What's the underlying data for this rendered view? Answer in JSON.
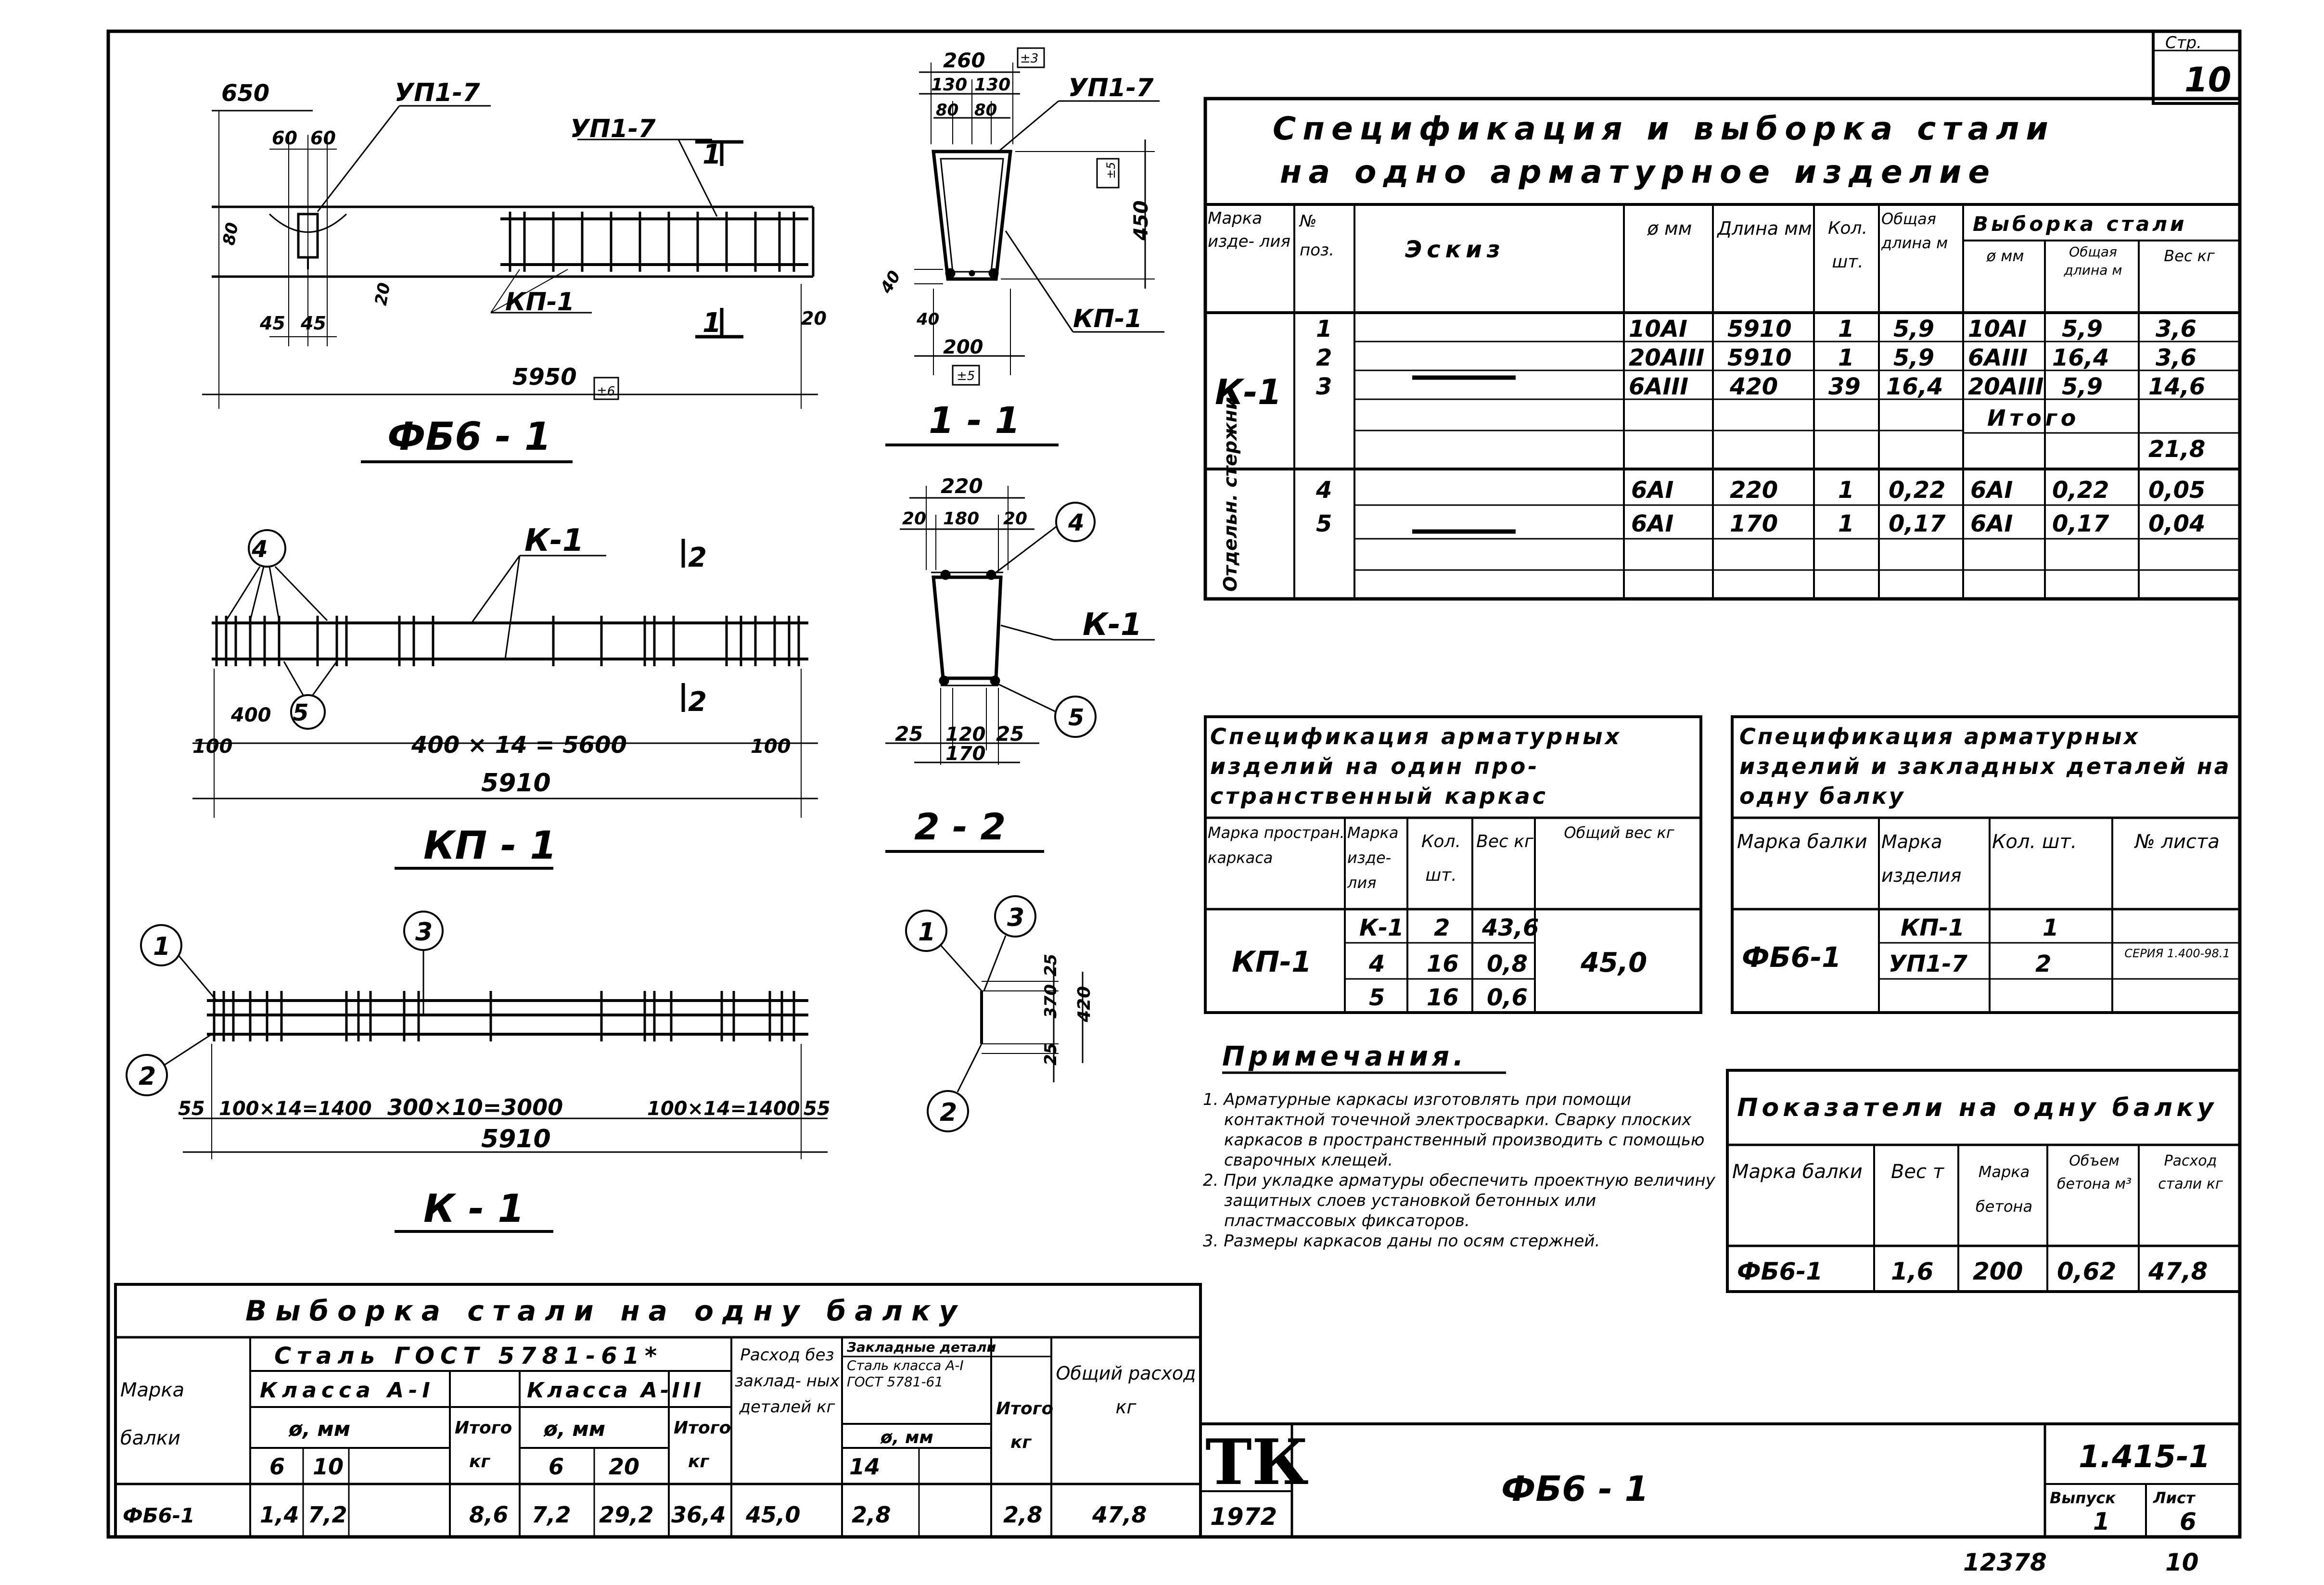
{
  "page_no": {
    "label": "Стр.",
    "value": "10"
  },
  "drawing_fb6": {
    "title": "ФБ6 - 1",
    "dims": {
      "d650": "650",
      "d60a": "60",
      "d60b": "60",
      "d45a": "45",
      "d45b": "45",
      "d20": "20",
      "d20b": "20",
      "d80": "80",
      "total": "5950",
      "tol": "±6"
    },
    "labels": {
      "up_a": "УП1-7",
      "up_b": "УП1-7",
      "kp": "КП-1"
    },
    "section_marks": {
      "top": "1",
      "bottom": "1"
    }
  },
  "drawing_kp1": {
    "title": "КП - 1",
    "callouts": {
      "c4": "4",
      "c5": "5"
    },
    "labels": {
      "k1": "К-1"
    },
    "section_marks": {
      "top": "2",
      "bottom": "2"
    },
    "dims": {
      "d400": "400",
      "spacing": "400 × 14 = 5600",
      "d100a": "100",
      "d100b": "100",
      "total": "5910"
    }
  },
  "drawing_k1": {
    "title": "К - 1",
    "callouts": {
      "c1": "1",
      "c2": "2",
      "c3": "3"
    },
    "dims": {
      "d55a": "55",
      "d55b": "55",
      "seg1": "100×14=1400",
      "seg2": "300×10=3000",
      "seg3": "100×14=1400",
      "total": "5910"
    }
  },
  "section_11": {
    "title": "1 - 1",
    "dims": {
      "d260": "260",
      "d130a": "130",
      "d130b": "130",
      "d80a": "80",
      "d80b": "80",
      "d450": "450",
      "d40a": "40",
      "d40b": "40",
      "d200": "200",
      "tol_a": "±3",
      "tol_b": "±5",
      "tol_c": "±5"
    },
    "labels": {
      "up": "УП1-7",
      "kp": "КП-1"
    }
  },
  "section_22": {
    "title": "2 - 2",
    "dims": {
      "d220": "220",
      "d20a": "20",
      "d180": "180",
      "d20b": "20",
      "d25a": "25",
      "d120": "120",
      "d25b": "25",
      "d170": "170"
    },
    "callouts": {
      "c4": "4",
      "c5": "5"
    },
    "labels": {
      "k1": "К-1"
    }
  },
  "detail_123": {
    "callouts": {
      "c1": "1",
      "c2": "2",
      "c3": "3"
    },
    "dims": {
      "d25a": "25",
      "d370": "370",
      "d25b": "25",
      "d420": "420"
    }
  },
  "spec_main": {
    "title_line1": "Спецификация и выборка стали",
    "title_line2": "на одно арматурное изделие",
    "headers": {
      "mark": "Марка изде- лия",
      "pos": "№ поз.",
      "sketch": "Эскиз",
      "dia": "ø мм",
      "len": "Длина мм",
      "qty": "Кол. шт.",
      "total_len": "Общая длина м",
      "select": "Выборка стали",
      "sel_dia": "ø мм",
      "sel_len": "Общая длина м",
      "sel_wt": "Вес кг"
    },
    "groups": [
      {
        "mark": "К-1",
        "rows": [
          {
            "pos": "1",
            "dia": "10АI",
            "len": "5910",
            "qty": "1",
            "total": "5,9",
            "s_dia": "10АI",
            "s_len": "5,9",
            "s_wt": "3,6"
          },
          {
            "pos": "2",
            "dia": "20АIII",
            "len": "5910",
            "qty": "1",
            "total": "5,9",
            "s_dia": "6АIII",
            "s_len": "16,4",
            "s_wt": "3,6"
          },
          {
            "pos": "3",
            "dia": "6АIII",
            "len": "420",
            "qty": "39",
            "total": "16,4",
            "s_dia": "20АIII",
            "s_len": "5,9",
            "s_wt": "14,6"
          }
        ],
        "itogo_label": "Итого",
        "itogo_value": "21,8"
      },
      {
        "mark": "Отдельн. стержни",
        "rows": [
          {
            "pos": "4",
            "dia": "6АI",
            "len": "220",
            "qty": "1",
            "total": "0,22",
            "s_dia": "6АI",
            "s_len": "0,22",
            "s_wt": "0,05"
          },
          {
            "pos": "5",
            "dia": "6АI",
            "len": "170",
            "qty": "1",
            "total": "0,17",
            "s_dia": "6АI",
            "s_len": "0,17",
            "s_wt": "0,04"
          }
        ]
      }
    ]
  },
  "spec_frame": {
    "title": "Спецификация арматурных изделий на один про- странственный каркас",
    "headers": {
      "mark": "Марка простран. каркаса",
      "item": "Марка изде- лия",
      "qty": "Кол. шт.",
      "wt": "Вес кг",
      "total": "Общий вес кг"
    },
    "frame_mark": "КП-1",
    "rows": [
      {
        "item": "К-1",
        "qty": "2",
        "wt": "43,6"
      },
      {
        "item": "4",
        "qty": "16",
        "wt": "0,8"
      },
      {
        "item": "5",
        "qty": "16",
        "wt": "0,6"
      }
    ],
    "total": "45,0"
  },
  "spec_beam": {
    "title": "Спецификация арматурных изделий и закладных деталей на одну балку",
    "headers": {
      "mark": "Марка балки",
      "item": "Марка изделия",
      "qty": "Кол. шт.",
      "sheet": "№ листа"
    },
    "beam_mark": "ФБ6-1",
    "rows": [
      {
        "item": "КП-1",
        "qty": "1",
        "sheet": ""
      },
      {
        "item": "УП1-7",
        "qty": "2",
        "sheet": "СЕРИЯ 1.400-98.1"
      }
    ]
  },
  "notes": {
    "title": "Примечания.",
    "items": [
      "1. Арматурные каркасы изготовлять при помощи контактной точечной электросварки. Сварку плоских каркасов в пространственный производить с помощью сварочных клещей.",
      "2. При укладке арматуры обеспечить проектную величину защитных слоев установкой бетонных или пластмассовых фиксаторов.",
      "3. Размеры каркасов даны по осям стержней."
    ]
  },
  "indicators": {
    "title": "Показатели на одну балку",
    "headers": {
      "mark": "Марка балки",
      "wt": "Вес т",
      "concrete": "Марка бетона",
      "volume": "Объем бетона м³",
      "steel": "Расход стали кг"
    },
    "row": {
      "mark": "ФБ6-1",
      "wt": "1,6",
      "concrete": "200",
      "volume": "0,62",
      "steel": "47,8"
    }
  },
  "steel_selection": {
    "title": "Выборка стали на одну балку",
    "headers": {
      "mark": "Марка балки",
      "gost": "Сталь ГОСТ 5781-61*",
      "class_a1": "Класса А-I",
      "class_a3": "Класса А-III",
      "phi_mm": "ø, мм",
      "itogo": "Итого",
      "kg": "кг",
      "no_embed": "Расход без заклад- ных деталей кг",
      "embed": "Закладные детали",
      "embed_steel": "Сталь класса А-I ГОСТ 5781-61",
      "total": "Общий расход кг"
    },
    "sub": {
      "a1_d6": "6",
      "a1_d10": "10",
      "a3_d6": "6",
      "a3_d20": "20",
      "emb_d14": "14"
    },
    "row": {
      "mark": "ФБ6-1",
      "a1_6": "1,4",
      "a1_10": "7,2",
      "a1_itogo": "8,6",
      "a3_6": "7,2",
      "a3_20": "29,2",
      "a3_itogo": "36,4",
      "no_embed": "45,0",
      "emb_14": "2,8",
      "emb_itogo": "2,8",
      "total": "47,8"
    }
  },
  "title_block": {
    "logo": "ТК",
    "year": "1972",
    "name": "ФБ6 - 1",
    "series": "1.415-1",
    "issue_label": "Выпуск",
    "issue": "1",
    "sheet_label": "Лист",
    "sheet": "6"
  },
  "footer": {
    "inv": "12378",
    "page": "10"
  }
}
